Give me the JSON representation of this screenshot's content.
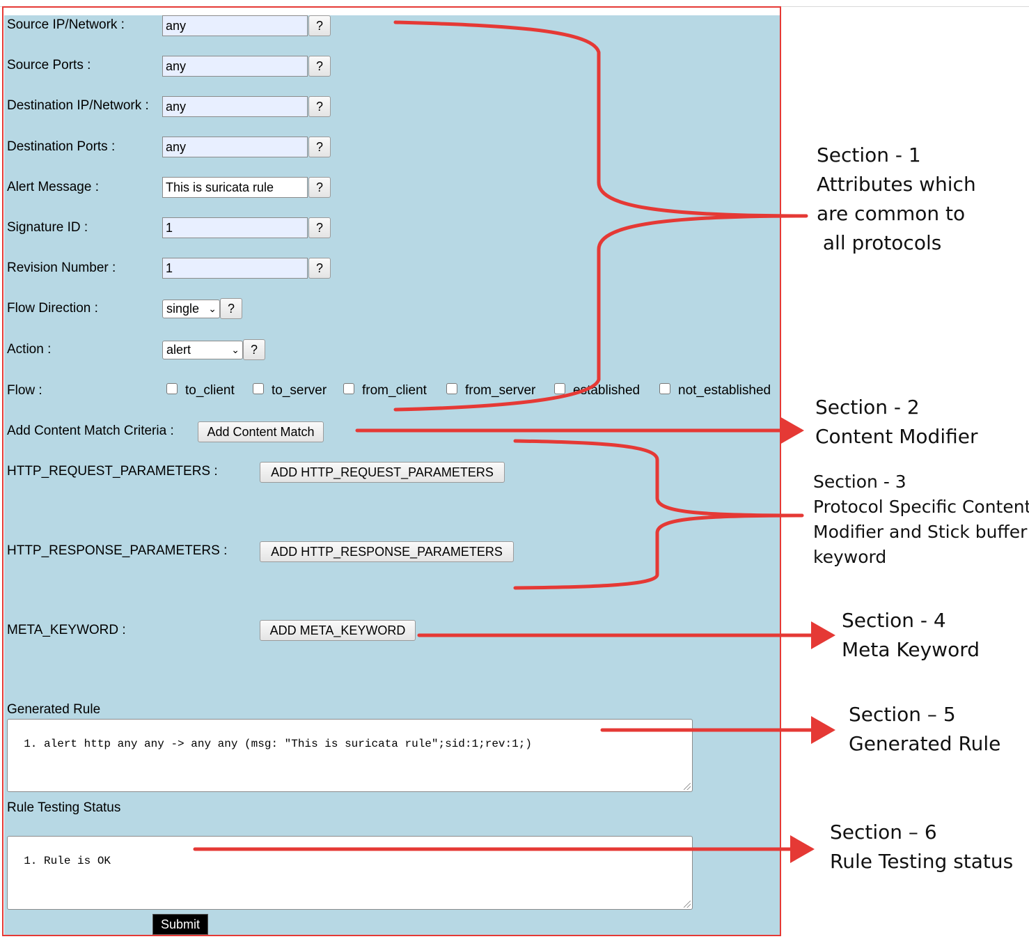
{
  "form": {
    "fields": [
      {
        "label": "Source IP/Network :",
        "value": "any",
        "help": "?"
      },
      {
        "label": "Source Ports :",
        "value": "any",
        "help": "?"
      },
      {
        "label": "Destination IP/Network :",
        "value": "any",
        "help": "?"
      },
      {
        "label": "Destination Ports :",
        "value": "any",
        "help": "?"
      },
      {
        "label": "Alert Message :",
        "value": "This is suricata rule",
        "help": "?"
      },
      {
        "label": "Signature ID :",
        "value": "1",
        "help": "?"
      },
      {
        "label": "Revision Number :",
        "value": "1",
        "help": "?"
      }
    ],
    "flow_direction": {
      "label": "Flow Direction :",
      "selected": "single",
      "help": "?"
    },
    "action": {
      "label": "Action :",
      "selected": "alert",
      "help": "?"
    },
    "flow": {
      "label": "Flow :",
      "options": [
        "to_client",
        "to_server",
        "from_client",
        "from_server",
        "established",
        "not_established"
      ]
    },
    "content_match": {
      "label": "Add Content Match Criteria :",
      "button": "Add Content Match"
    },
    "http_request": {
      "label": "HTTP_REQUEST_PARAMETERS :",
      "button": "ADD HTTP_REQUEST_PARAMETERS"
    },
    "http_response": {
      "label": "HTTP_RESPONSE_PARAMETERS :",
      "button": "ADD HTTP_RESPONSE_PARAMETERS"
    },
    "meta_keyword": {
      "label": "META_KEYWORD :",
      "button": "ADD META_KEYWORD"
    },
    "generated_rule": {
      "label": "Generated Rule",
      "value": "1. alert http any any -> any any (msg: \"This is suricata rule\";sid:1;rev:1;)"
    },
    "testing_status": {
      "label": "Rule Testing Status",
      "value": "1. Rule is OK"
    },
    "submit_label": "Submit"
  },
  "annotations": {
    "section1": [
      "Section - 1",
      "Attributes which",
      "are common to",
      " all protocols"
    ],
    "section2": [
      "Section - 2",
      "Content Modifier"
    ],
    "section3": [
      "Section - 3",
      "Protocol Specific Content",
      "Modifier and Stick buffer",
      "keyword"
    ],
    "section4": [
      "Section - 4",
      "Meta Keyword"
    ],
    "section5": [
      "Section – 5",
      "Generated Rule"
    ],
    "section6": [
      "Section – 6",
      "Rule Testing status"
    ]
  },
  "colors": {
    "panel": "#b7d8e4",
    "annotation_red": "#e53935",
    "input_fill": "#e8efff"
  }
}
